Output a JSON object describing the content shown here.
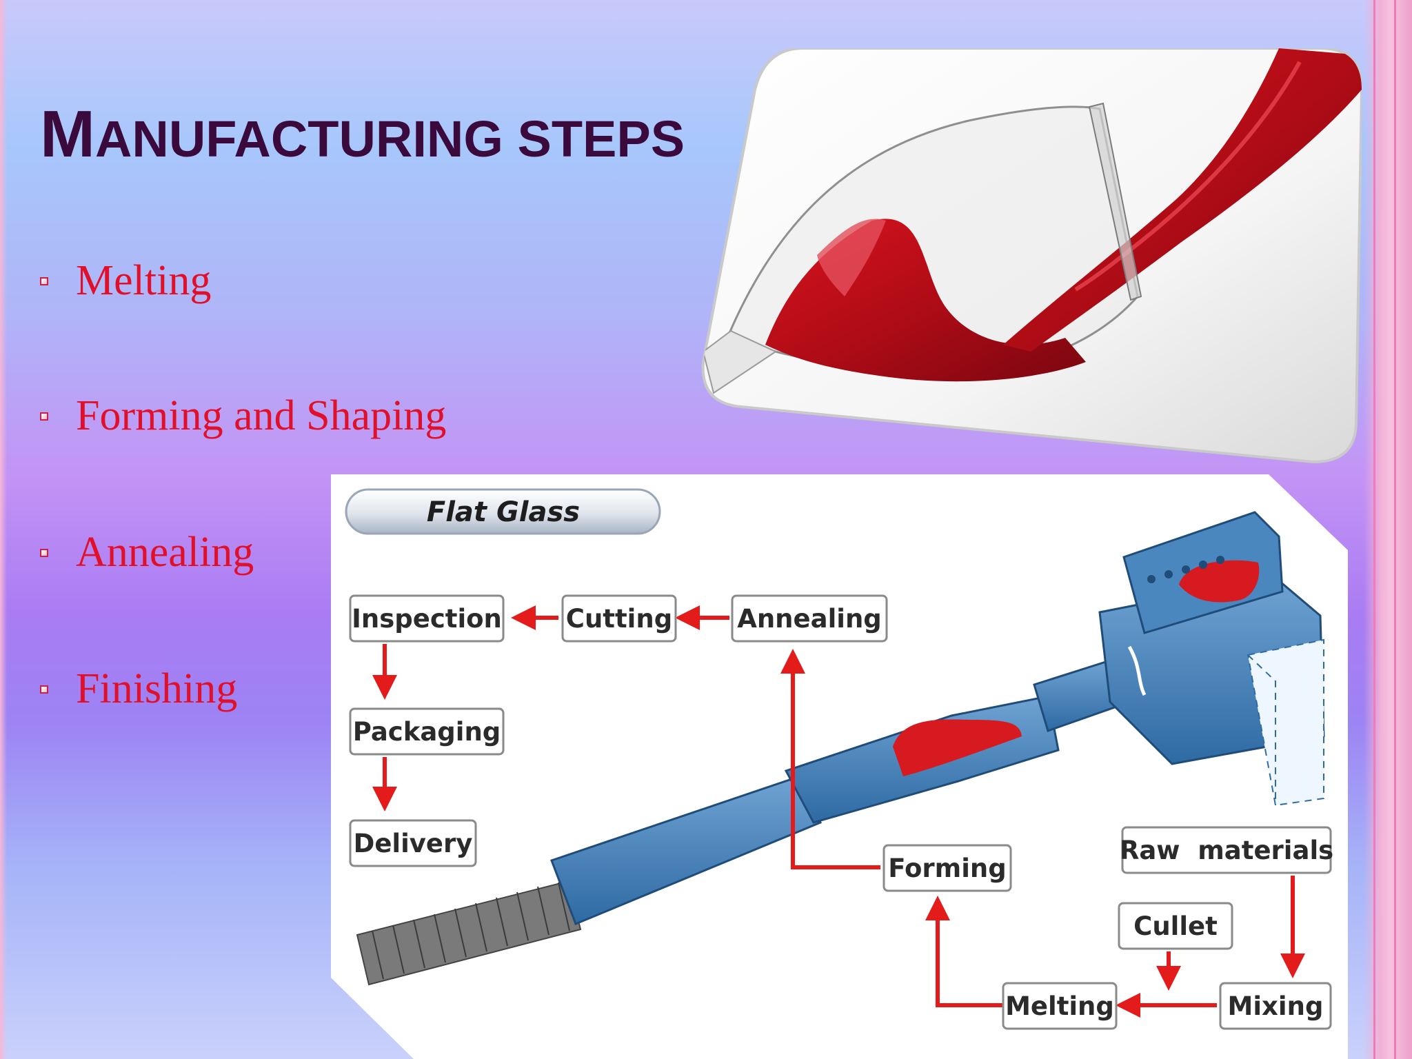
{
  "slide": {
    "title_initial": "M",
    "title_rest": "ANUFACTURING STEPS",
    "bullets": [
      "Melting",
      "Forming and Shaping",
      "Annealing",
      "Finishing"
    ]
  },
  "diagram": {
    "header": "Flat Glass",
    "steps": {
      "inspection": "Inspection",
      "cutting": "Cutting",
      "annealing": "Annealing",
      "packaging": "Packaging",
      "delivery": "Delivery",
      "forming": "Forming",
      "raw_materials": "Raw  materials",
      "cullet": "Cullet",
      "melting": "Melting",
      "mixing": "Mixing"
    }
  },
  "colors": {
    "title": "#3b0a3c",
    "bullet_text": "#e0102a",
    "arrow": "#e31b1b",
    "machine": "#3f7fb5",
    "wine": "#c4101e"
  }
}
